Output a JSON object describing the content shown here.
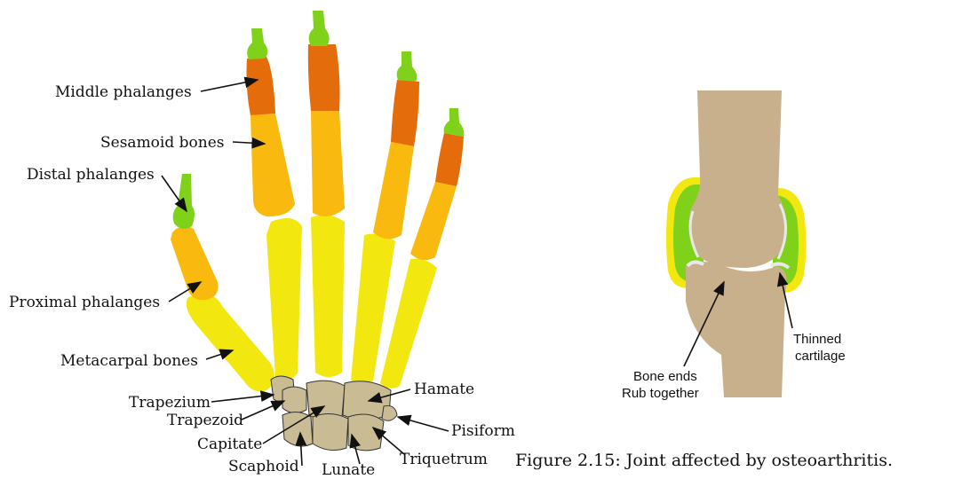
{
  "hand": {
    "labels": {
      "middle_phalanges": "Middle phalanges",
      "sesamoid_bones": "Sesamoid bones",
      "distal_phalanges": "Distal phalanges",
      "proximal_phalanges": "Proximal phalanges",
      "metacarpal_bones": "Metacarpal bones",
      "trapezium": "Trapezium",
      "trapezoid": "Trapezoid",
      "capitate": "Capitate",
      "scaphoid": "Scaphoid",
      "lunate": "Lunate",
      "triquetrum": "Triquetrum",
      "pisiform": "Pisiform",
      "hamate": "Hamate"
    },
    "colors": {
      "tip": "#7fd11a",
      "middle": "#e46c0a",
      "proximal": "#f9b90f",
      "metacarpal": "#f2e70e",
      "carpal": "#c9bc95"
    }
  },
  "joint": {
    "labels": {
      "bone_ends_line1": "Bone ends",
      "bone_ends_line2": "Rub together",
      "thinned_line1": "Thinned",
      "thinned_line2": "cartilage"
    },
    "colors": {
      "bone": "#c8b08c",
      "cartilage": "#7fd11a",
      "capsule": "#f2e70e"
    }
  },
  "caption": "Figure 2.15: Joint affected by osteoarthritis."
}
